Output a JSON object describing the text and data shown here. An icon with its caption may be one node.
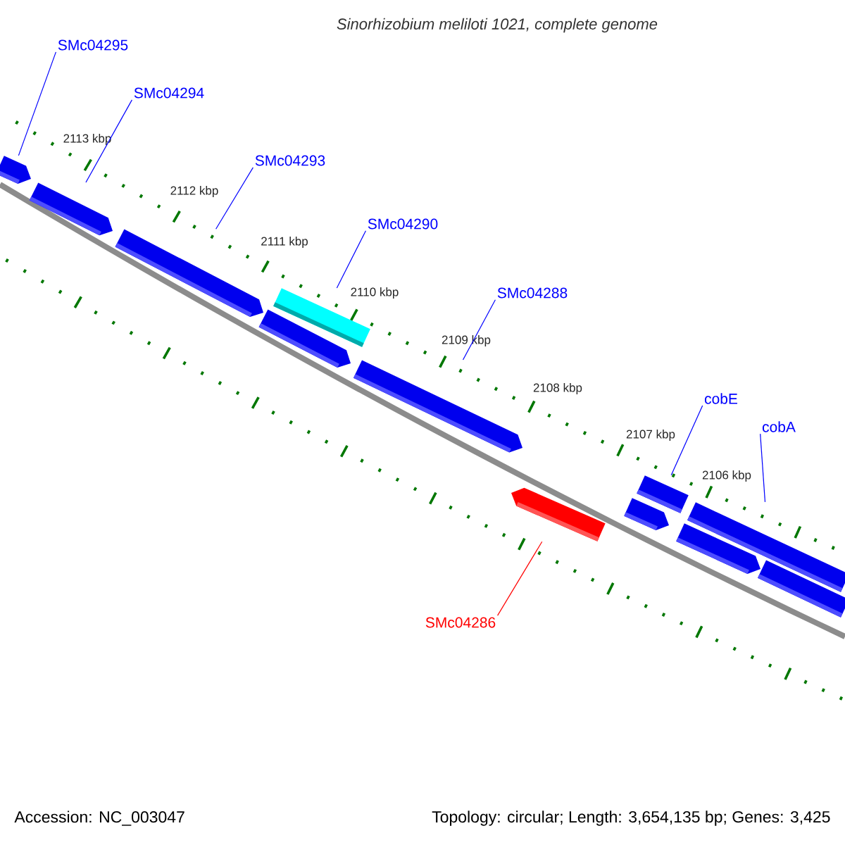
{
  "diagram": {
    "title": "Sinorhizobium meliloti 1021, complete genome",
    "nodes": [
      {
        "text": [
          "SMc04295"
        ]
      },
      {
        "text": [
          "SMc04294"
        ]
      },
      {
        "text": [
          "SMc04293"
        ]
      },
      {
        "text": [
          "SMc04290"
        ]
      },
      {
        "text": [
          "SMc04288"
        ]
      },
      {
        "text": [
          "cobE"
        ]
      },
      {
        "text": [
          "cobA"
        ]
      },
      {
        "text": [
          "SMc04286"
        ]
      },
      {
        "text": [],
        "shape": "arrow"
      },
      {
        "text": [],
        "shape": "arrow"
      },
      {
        "text": [],
        "shape": "arrow"
      },
      {
        "text": [],
        "shape": "box"
      },
      {
        "text": [],
        "shape": "arrow"
      },
      {
        "text": [],
        "shape": "arrow"
      },
      {
        "text": [],
        "shape": "arrow"
      },
      {
        "text": [],
        "shape": "box"
      },
      {
        "text": [],
        "shape": "arrow"
      },
      {
        "text": [],
        "shape": "box"
      },
      {
        "text": [],
        "shape": "arrow"
      },
      {
        "text": [],
        "shape": "arrow"
      }
    ],
    "edges": [
      {
        "from": 0,
        "to": 8,
        "arrow": "none"
      },
      {
        "from": 1,
        "to": 9,
        "arrow": "none"
      },
      {
        "from": 2,
        "to": 10,
        "arrow": "none"
      },
      {
        "from": 3,
        "to": 11,
        "arrow": "none"
      },
      {
        "from": 4,
        "to": 13,
        "arrow": "none"
      },
      {
        "from": 5,
        "to": 15,
        "arrow": "none"
      },
      {
        "from": 6,
        "to": 17,
        "arrow": "none"
      },
      {
        "from": 7,
        "to": 14,
        "arrow": "none",
        "color": "#ff0000"
      }
    ],
    "labels": [
      "2113 kbp",
      "2112 kbp",
      "2111 kbp",
      "2110 kbp",
      "2109 kbp",
      "2108 kbp",
      "2107 kbp",
      "2106 kbp",
      "Accession: NC_003047",
      "Topology: circular; Length: 3,654,135 bp; Genes: 3,425"
    ]
  }
}
